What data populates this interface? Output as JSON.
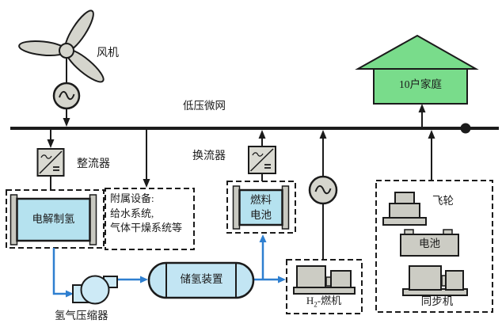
{
  "diagram": {
    "labels": {
      "wind_turbine": "风机",
      "lv_microgrid": "低压微网",
      "rectifier": "整流器",
      "converter": "换流器",
      "auxiliary_line1": "附属设备:",
      "auxiliary_line2": "给水系统,",
      "auxiliary_line3": "气体干燥系统等",
      "electrolyzer": "电解制氢",
      "fuel_cell_line1": "燃料",
      "fuel_cell_line2": "电池",
      "hydrogen_storage": "储氢装置",
      "hydrogen_compressor": "氢气压缩器",
      "h2_turbine_prefix": "H",
      "h2_turbine_sub": "2",
      "h2_turbine_suffix": "-燃机",
      "flywheel": "飞轮",
      "battery": "电池",
      "synchronous_machine": "同步机",
      "households": "10户家庭"
    },
    "colors": {
      "line": "#1b1b1b",
      "equipment_gray": "#d5d5cd",
      "cyan_fill": "#b5e2ef",
      "tank_fill": "#c2e5f3",
      "compressor_fill": "#cdeaf6",
      "house_green": "#79dc8b",
      "hydrogen_blue": "#2e7fd0"
    }
  }
}
